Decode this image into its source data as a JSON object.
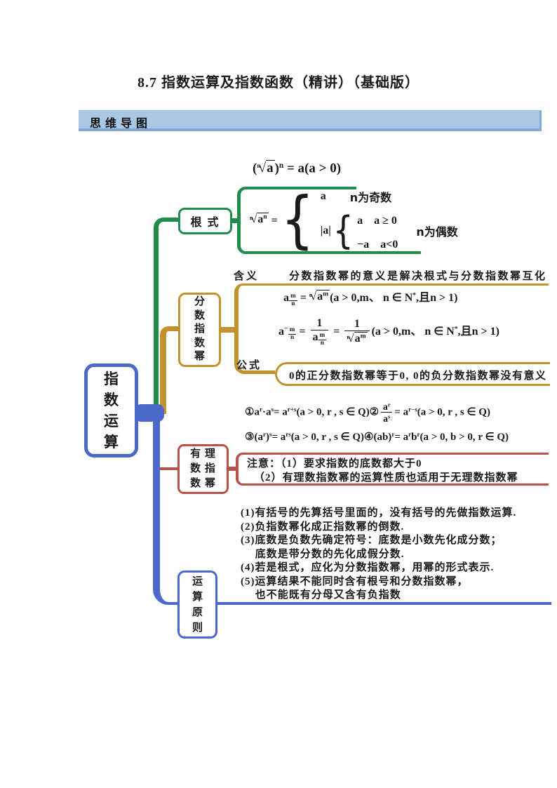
{
  "title": "8.7 指数运算及指数函数（精讲）（基础版）",
  "banner": {
    "label": "思维导图"
  },
  "colors": {
    "green": "#1f8b4d",
    "gold": "#c2922f",
    "red": "#b5524a",
    "blue": "#4a69c9",
    "banner_bg": "#a9c8e6",
    "banner_shadow": "#84a9d3"
  },
  "mindmap": {
    "root": {
      "label": "指数运算"
    },
    "radical": {
      "label": "根 式",
      "formula_top": "(<span class='rad'><span class='idx'>n</span><span class='sq'>√</span><span class='ov'>a</span></span>)<sup>n</sup> = a(a > 0)",
      "cases": {
        "lhs": "<span class='rad'><span class='idx'>n</span><span class='sq'>√</span><span class='ov'>a<sup>n</sup></span></span> =",
        "outer_brace": "{",
        "odd_value": "a",
        "odd_cond": "n为奇数",
        "abs": "|a|",
        "inner_brace": "{",
        "even_row1": "a　a ≥ 0",
        "even_row2": "−a　a<0",
        "even_cond": "n为偶数"
      }
    },
    "fractional": {
      "label": "分数指数幂",
      "meaning_label": "含义",
      "meaning": "分数指数幂的意义是解决根式与分数指数幂互化",
      "formula1": "a<span class='supfrac'><span class='n'>m</span><span class='d'>n</span></span> = <span class='rad'><span class='idx'>n</span><span class='sq'>√</span><span class='ov'>a<sup>m</sup></span></span>(a > 0,m、 n ∈ N<sup>*</sup>,<span class='hei'>且</span>n > 1)",
      "formula2": "a<span class='supneg'>−</span><span class='supfrac'><span class='n'>m</span><span class='d'>n</span></span> = <span class='frac'><span class='fn'>1</span><span class='fd'>a<span class='supfrac'><span class='n'>m</span><span class='d'>n</span></span></span></span> = <span class='frac'><span class='fn'>1</span><span class='fd'><span class='rad'><span class='idx'>n</span><span class='sq'>√</span><span class='ov'>a<sup>m</sup></span></span></span></span>(a > 0,m、 n ∈ N<sup>*</sup>,<span class='hei'>且</span>n > 1)",
      "formula_label": "公式",
      "zero_rule": "0的正分数指数幂等于0, 0的负分数指数幂没有意义"
    },
    "rational": {
      "label_line1": "有 理",
      "label_line2": "数 指",
      "label_line3": "数 幂",
      "formula_line1": "①a<sup>r</sup>·a<sup>s</sup>= a<sup>r+s</sup>(a > 0, r , s ∈ Q)②<span class='frac sm'><span class='fn'>a<sup>r</sup></span><span class='fd'>a<sup>s</sup></span></span>= a<sup>r−s</sup>(a > 0, r , s ∈ Q)",
      "formula_line2": "③(a<sup>r</sup>)<sup>s</sup>= a<sup>rs</sup>(a > 0, r , s ∈ Q)④(ab)<sup>r</sup>= a<sup>r</sup>b<sup>r</sup>(a > 0, b > 0, r ∈ Q)",
      "note_line1": "注意：（1）要求指数的底数都大于0",
      "note_line2": "（2）有理数指数幂的运算性质也适用于无理数指数幂"
    },
    "principles": {
      "label": "运算原则",
      "text": "(1)有括号的先算括号里面的，没有括号的先做指数运算.\n(2)负指数幂化成正指数幂的倒数.\n(3)底数是负数先确定符号：底数是小数先化成分数；\n　  底数是带分数的先化成假分数.\n(4)若是根式，应化为分数指数幂，用幂的形式表示.\n(5)运算结果不能同时含有根号和分数指数幂，\n　  也不能既有分母又含有负指数"
    }
  }
}
